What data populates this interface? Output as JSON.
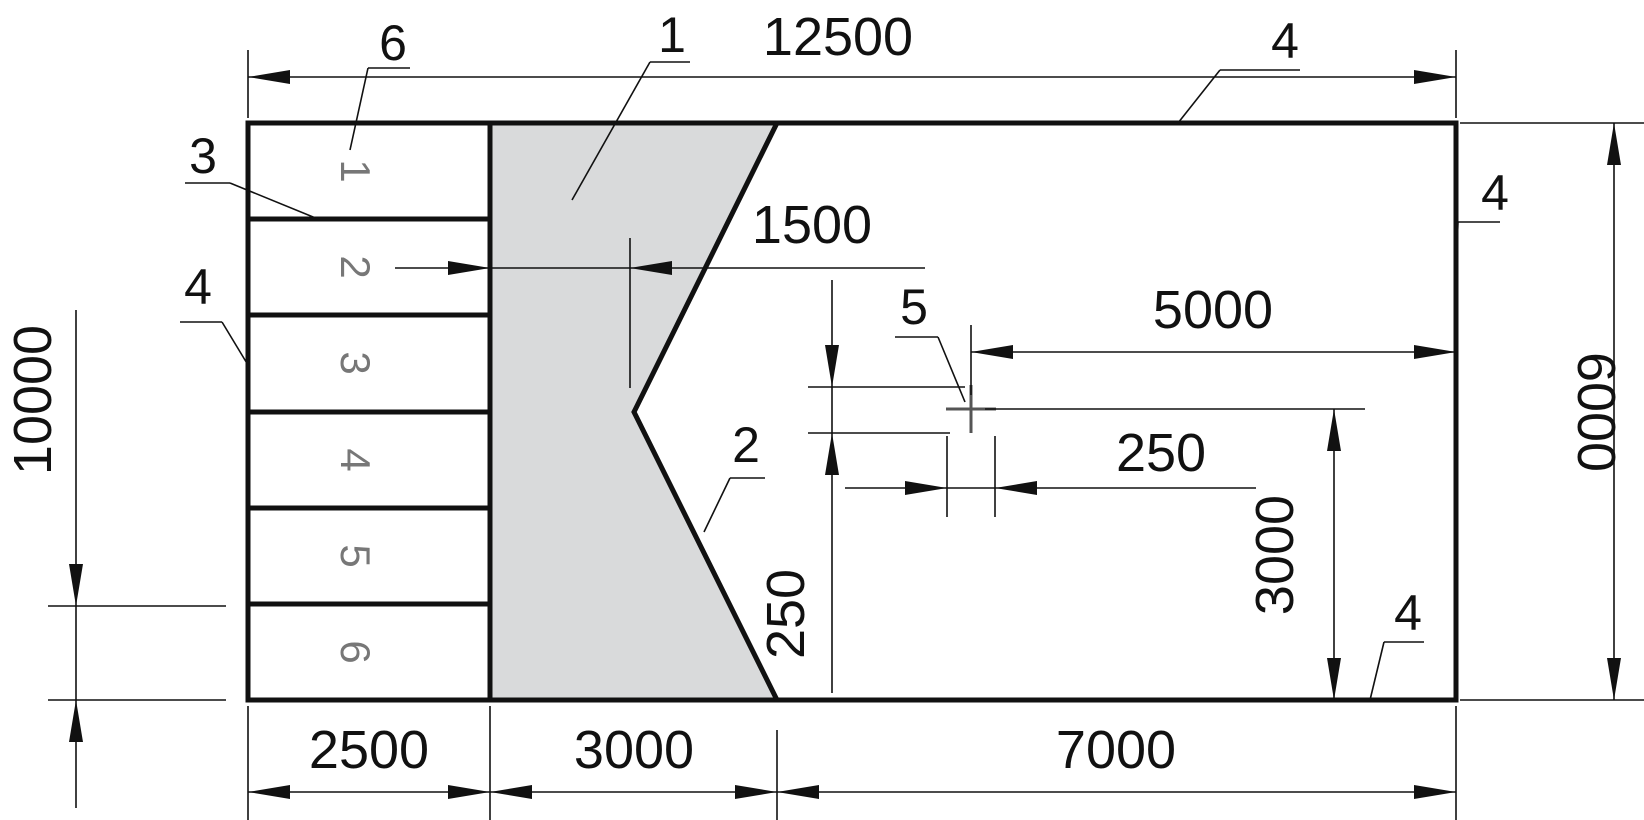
{
  "plan": {
    "shaded_zone_color": "#d9dadb",
    "line_color": "#111111",
    "room_label_color": "#777777"
  },
  "dimensions": {
    "overall_width": "12500",
    "overall_height": "6000",
    "left_height": "10000",
    "bottom_left": "2500",
    "bottom_middle": "3000",
    "bottom_right": "7000",
    "apex_offset": "1500",
    "point_to_right_wall": "5000",
    "point_to_bottom": "3000",
    "small_vertical": "250",
    "small_horizontal": "250"
  },
  "rooms": [
    "1",
    "2",
    "3",
    "4",
    "5",
    "6"
  ],
  "callouts": {
    "shaded_zone": "1",
    "diagonal_wall": "2",
    "partition": "3",
    "wall_top": "4",
    "wall_right": "4",
    "wall_left": "4",
    "wall_bottom": "4",
    "point_marker": "5",
    "room_strip": "6"
  }
}
